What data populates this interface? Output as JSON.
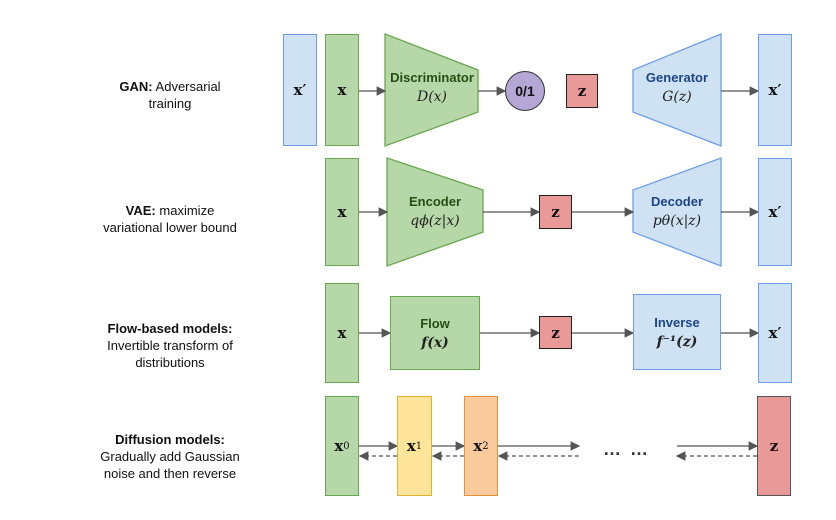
{
  "rows": {
    "gan": {
      "title": "GAN:",
      "desc_lines": [
        "Adversarial",
        "training"
      ]
    },
    "vae": {
      "title": "VAE:",
      "desc_lines": [
        "maximize",
        "variational lower bound"
      ]
    },
    "flow": {
      "title": "Flow-based models:",
      "desc_lines": [
        "Invertible transform of",
        "distributions"
      ]
    },
    "diffusion": {
      "title": "Diffusion models:",
      "desc_lines": [
        "Gradually add Gaussian",
        "noise and then reverse"
      ]
    }
  },
  "symbols": {
    "x": "x",
    "x_prime": "x′",
    "z": "z",
    "x0": "x",
    "x0_sub": "0",
    "x1": "x",
    "x1_sub": "1",
    "x2": "x",
    "x2_sub": "2",
    "dots": "… …"
  },
  "gan": {
    "discriminator": "Discriminator",
    "discriminator_fn": "D(x)",
    "output": "0/1",
    "generator": "Generator",
    "generator_fn": "G(z)"
  },
  "vae": {
    "encoder": "Encoder",
    "encoder_fn": "qϕ(z|x)",
    "decoder": "Decoder",
    "decoder_fn": "pθ(x|z)"
  },
  "flow": {
    "flow": "Flow",
    "flow_fn": "f(x)",
    "inverse": "Inverse",
    "inverse_fn": "f⁻¹(z)"
  },
  "colors": {
    "green": "#b6d7a8",
    "blue": "#cfe2f3",
    "red": "#ea9999",
    "purple": "#b4a7d6",
    "yellow": "#ffe599",
    "orange": "#f9cb9c"
  }
}
